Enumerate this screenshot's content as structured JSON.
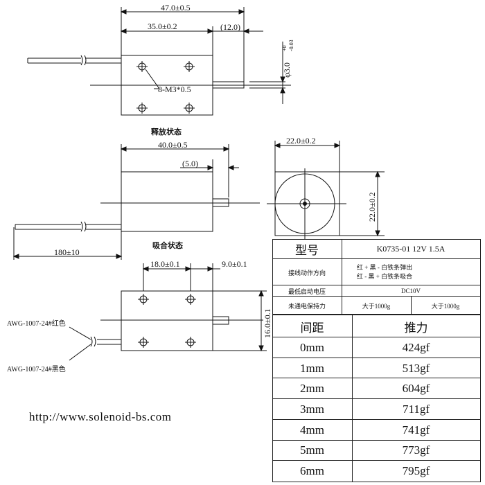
{
  "top_view": {
    "dim_total": "47.0±0.5",
    "dim_body": "35.0±0.2",
    "dim_stroke": "(12.0)",
    "dim_shaft": "φ3.0",
    "dim_shaft_tol_upper": "+0",
    "dim_shaft_tol_lower": "-0.03",
    "screw_label": "8-M3*0.5",
    "caption": "释放状态"
  },
  "mid_view": {
    "dim_total": "40.0±0.5",
    "dim_stroke": "(5.0)",
    "dim_lead": "180±10",
    "caption": "吸合状态"
  },
  "end_view": {
    "dim_width": "22.0±0.2",
    "dim_height": "22.0±0.2"
  },
  "bottom_view": {
    "dim_hole_spacing": "18.0±0.1",
    "dim_hole_edge": "9.0±0.1",
    "dim_height": "16.0±0.1",
    "wire_red": "AWG-1007-24#红色",
    "wire_black": "AWG-1007-24#黑色"
  },
  "watermark": "http://www.solenoid-bs.com",
  "spec_table": {
    "model_label": "型号",
    "model_value": "K0735-01  12V 1.5A",
    "direction_label": "接线动作方向",
    "direction_line1": "红 +  黑 -  白铁条弹出",
    "direction_line2": "红 -  黑 +  白铁条吸合",
    "min_voltage_label": "最低启动电压",
    "min_voltage_value": "DC10V",
    "holding_label": "未通电保持力",
    "holding_value_1": "大于1000g",
    "holding_value_2": "大于1000g",
    "col_distance": "间距",
    "col_force": "推力",
    "force_rows": [
      {
        "distance": "0mm",
        "force": "424gf"
      },
      {
        "distance": "1mm",
        "force": "513gf"
      },
      {
        "distance": "2mm",
        "force": "604gf"
      },
      {
        "distance": "3mm",
        "force": "711gf"
      },
      {
        "distance": "4mm",
        "force": "741gf"
      },
      {
        "distance": "5mm",
        "force": "773gf"
      },
      {
        "distance": "6mm",
        "force": "795gf"
      }
    ]
  }
}
